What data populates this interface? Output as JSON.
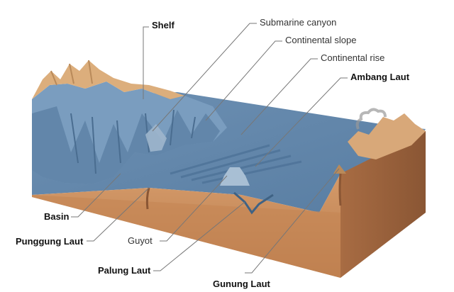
{
  "diagram": {
    "labels": {
      "shelf": "Shelf",
      "submarine_canyon": "Submarine canyon",
      "continental_slope": "Continental slope",
      "continental_rise": "Continental rise",
      "ambang_laut": "Ambang Laut",
      "basin": "Basin",
      "punggung_laut": "Punggung Laut",
      "guyot": "Guyot",
      "palung_laut": "Palung Laut",
      "gunung_laut": "Gunung Laut"
    },
    "colors": {
      "sea_surface": "#6f93b6",
      "sea_floor": "#5f84a8",
      "deep_water": "#4a6f92",
      "land": "#dcae7c",
      "crust_front": "#c68a5a",
      "crust_side": "#9d6640",
      "leader_line": "#777777"
    }
  }
}
